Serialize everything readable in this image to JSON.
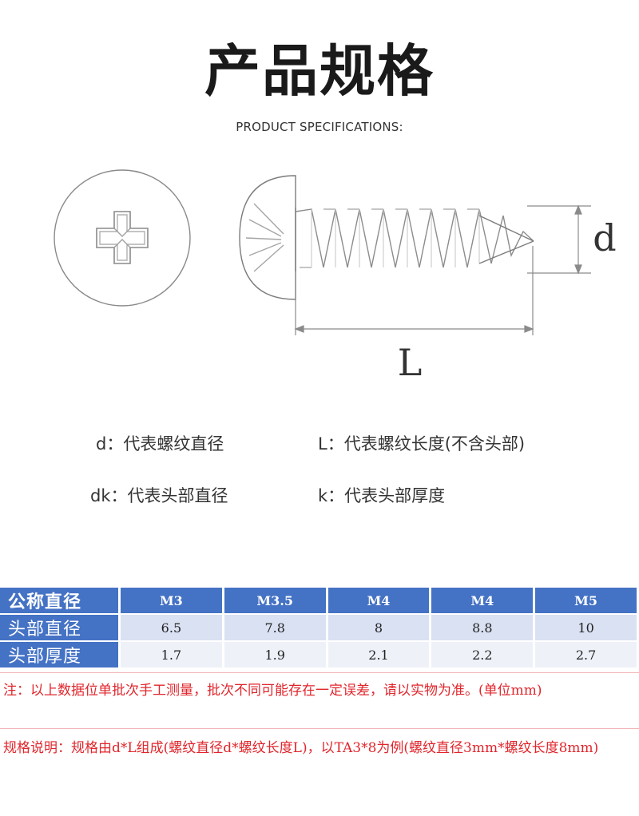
{
  "header": {
    "title": "产品规格",
    "subtitle": "PRODUCT SPECIFICATIONS:"
  },
  "diagram": {
    "label_d": "d",
    "label_L": "L"
  },
  "legend": {
    "d": "d：代表螺纹直径",
    "L": "L：代表螺纹长度(不含头部)",
    "dk": "dk：代表头部直径",
    "k": "k：代表头部厚度"
  },
  "table": {
    "rows": [
      {
        "label": "公称直径",
        "values": [
          "M3",
          "M3.5",
          "M4",
          "M4",
          "M5"
        ]
      },
      {
        "label": "头部直径",
        "values": [
          "6.5",
          "7.8",
          "8",
          "8.8",
          "10"
        ]
      },
      {
        "label": "头部厚度",
        "values": [
          "1.7",
          "1.9",
          "2.1",
          "2.2",
          "2.7"
        ]
      }
    ]
  },
  "notes": {
    "note1": "注：以上数据位单批次手工测量，批次不同可能存在一定误差，请以实物为准。(单位mm)",
    "note2": "规格说明：规格由d*L组成(螺纹直径d*螺纹长度L)，以TA3*8为例(螺纹直径3mm*螺纹长度8mm)"
  },
  "colors": {
    "header_blue": "#4472c4",
    "row_light": "#d9e1f2",
    "row_lighter": "#eef1f8",
    "note_red": "#e0262c",
    "separator_red": "#f4b6b8"
  }
}
